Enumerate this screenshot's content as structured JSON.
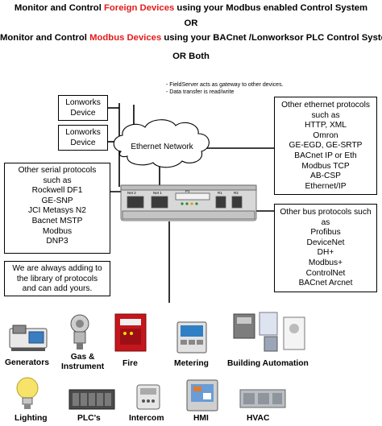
{
  "header": {
    "line1_prefix": "Monitor and Control ",
    "line1_highlight": "Foreign Devices",
    "line1_suffix": " using your Modbus enabled Control System",
    "line2": "OR",
    "line3_prefix": "Monitor and Control ",
    "line3_highlight": "Modbus Devices",
    "line3_suffix": " using your BACnet /Lonworksor PLC Control System",
    "line4": "OR Both",
    "highlight_color": "#e31b1b"
  },
  "notes": {
    "line1": "- FieldServer acts as gateway to other devices.",
    "line2": "- Data transfer is read/write"
  },
  "cloud_label": "Ethernet Network",
  "lonworks": [
    {
      "line1": "Lonworks",
      "line2": "Device"
    },
    {
      "line1": "Lonworks",
      "line2": "Device"
    }
  ],
  "serial_protocols": [
    "Other serial protocols",
    "such as",
    "Rockwell DF1",
    "GE-SNP",
    "JCI Metasys N2",
    "Bacnet MSTP",
    "Modbus",
    "DNP3"
  ],
  "ethernet_protocols": [
    "Other ethernet protocols",
    "such as",
    "HTTP, XML",
    "Omron",
    "GE-EGD, GE-SRTP",
    "BACnet IP or Eth",
    "Modbus TCP",
    "AB-CSP",
    "Ethernet/IP"
  ],
  "bus_protocols": [
    "Other bus protocols such",
    "as",
    "Profibus",
    "DeviceNet",
    "DH+",
    "Modbus+",
    "ControlNet",
    "BACnet Arcnet"
  ],
  "library_note": [
    "We are always adding to",
    "the library of protocols",
    "and can add yours."
  ],
  "device_port_labels": [
    "Net 2",
    "Net 1",
    "P1",
    "R1",
    "R2"
  ],
  "devices": {
    "generators": "Generators",
    "gas": [
      "Gas &",
      "Instrument"
    ],
    "fire": "Fire",
    "metering": "Metering",
    "building": "Building Automation",
    "lighting": "Lighting",
    "plc": "PLC's",
    "intercom": "Intercom",
    "hmi": "HMI",
    "hvac": "HVAC"
  }
}
